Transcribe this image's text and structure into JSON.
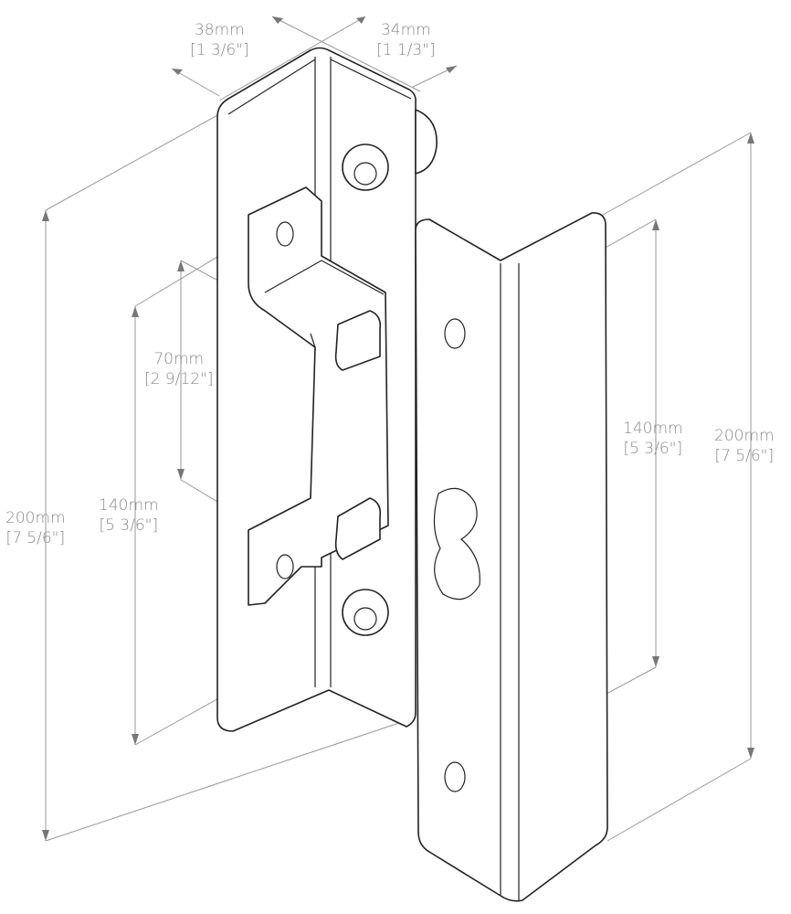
{
  "dimensions": {
    "width_a": {
      "mm": "38mm",
      "inch": "[1 3/6\"]"
    },
    "width_b": {
      "mm": "34mm",
      "inch": "[1 1/3\"]"
    },
    "slot_spacing": {
      "mm": "70mm",
      "inch": "[2 9/12\"]"
    },
    "hole_spacing_left": {
      "mm": "140mm",
      "inch": "[5 3/6\"]"
    },
    "height_left": {
      "mm": "200mm",
      "inch": "[7 5/6\"]"
    },
    "hole_spacing_right": {
      "mm": "140mm",
      "inch": "[5 3/6\"]"
    },
    "height_right": {
      "mm": "200mm",
      "inch": "[7 5/6\"]"
    }
  }
}
